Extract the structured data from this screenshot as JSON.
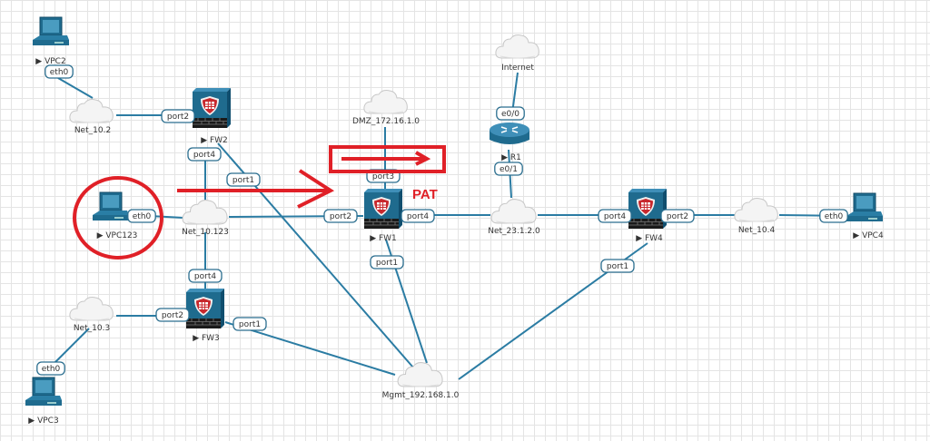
{
  "nodes": {
    "vpc2": "▶ VPC2",
    "vpc123": "▶ VPC123",
    "vpc3": "▶ VPC3",
    "vpc4": "▶ VPC4",
    "fw1": "▶ FW1",
    "fw2": "▶ FW2",
    "fw3": "▶ FW3",
    "fw4": "▶ FW4",
    "r1": "▶ R1",
    "net_10_2": "Net_10.2",
    "net_10_123": "Net_10.123",
    "net_10_3": "Net_10.3",
    "net_10_4": "Net_10.4",
    "net_23": "Net_23.1.2.0",
    "dmz": "DMZ_172.16.1.0",
    "internet": "Internet",
    "mgmt": "Mgmt_192.168.1.0"
  },
  "ports": {
    "vpc2_eth0": "eth0",
    "vpc123_eth0": "eth0",
    "vpc3_eth0": "eth0",
    "vpc4_eth0": "eth0",
    "fw2_port2": "port2",
    "fw2_port4": "port4",
    "fw2_port1": "port1",
    "fw1_port3": "port3",
    "fw1_port2": "port2",
    "fw1_port4": "port4",
    "fw1_port1": "port1",
    "fw3_port4": "port4",
    "fw3_port2": "port2",
    "fw3_port1": "port1",
    "fw4_port4": "port4",
    "fw4_port2": "port2",
    "fw4_port1": "port1",
    "r1_e00": "e0/0",
    "r1_e01": "e0/1"
  },
  "annotations": {
    "pat": "PAT"
  },
  "colors": {
    "link": "#2b7ca3",
    "annotation": "#e02027",
    "device": "#1f6b8e"
  }
}
